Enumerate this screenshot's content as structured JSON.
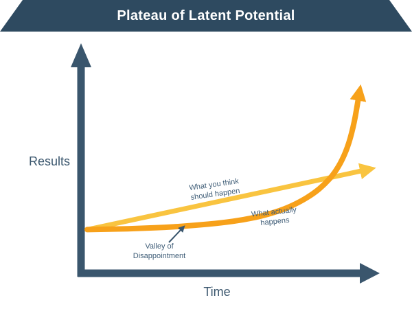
{
  "header": {
    "title": "Plateau of Latent Potential",
    "bg": "#2e4a60"
  },
  "axes": {
    "x_label": "Time",
    "y_label": "Results",
    "color": "#3a566d"
  },
  "colors": {
    "slate": "#3a566d",
    "label": "#3f5d77",
    "expectation_line": "#f9c440",
    "actual_curve": "#f7a11a"
  },
  "labels": {
    "expectation_line1": "What you think",
    "expectation_line2": "should happen",
    "actual_line1": "What actually",
    "actual_line2": "happens",
    "valley_line1": "Valley of",
    "valley_line2": "Disappointment"
  },
  "chart_data": {
    "type": "line",
    "title": "Plateau of Latent Potential",
    "xlabel": "Time",
    "ylabel": "Results",
    "x_range": [
      0,
      105
    ],
    "y_range": [
      0,
      100
    ],
    "grid": false,
    "tick_labels": "none",
    "legend_position": "inline-annotations",
    "series": [
      {
        "name": "What you think should happen",
        "color": "#f9c440",
        "shape": "linear",
        "x": [
          0,
          102
        ],
        "y": [
          3,
          42
        ]
      },
      {
        "name": "What actually happens",
        "color": "#f7a11a",
        "shape": "exponential",
        "x": [
          0,
          10,
          20,
          30,
          40,
          50,
          58,
          66,
          73,
          79,
          84,
          88,
          91.5,
          94.5,
          97,
          99,
          100.5
        ],
        "y": [
          3,
          3.3,
          3.8,
          4.6,
          5.8,
          7.5,
          9.5,
          12.5,
          16.5,
          21.5,
          27,
          33,
          40,
          49,
          60,
          74,
          90
        ]
      }
    ],
    "annotations": [
      {
        "text": "Valley of Disappointment",
        "x": 31,
        "y": 5,
        "points_to": "gap between expectation line and actual curve"
      }
    ]
  }
}
